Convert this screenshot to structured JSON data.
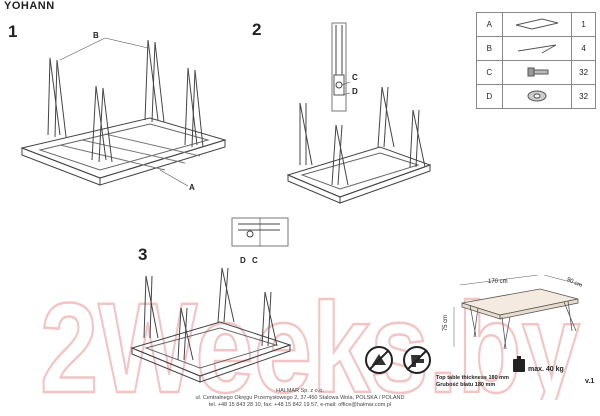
{
  "document": {
    "title": "YOHANN",
    "version": "v.1"
  },
  "steps": [
    "1",
    "2",
    "3"
  ],
  "labels": {
    "step1_b": "B",
    "step1_a": "A",
    "step2_c": "C",
    "step2_d": "D",
    "step3_d": "D",
    "step3_c": "C"
  },
  "parts_table": [
    {
      "letter": "A",
      "icon": "tabletop-icon",
      "qty": "1"
    },
    {
      "letter": "B",
      "icon": "leg-icon",
      "qty": "4"
    },
    {
      "letter": "C",
      "icon": "bolt-icon",
      "qty": "32"
    },
    {
      "letter": "D",
      "icon": "washer-icon",
      "qty": "32"
    }
  ],
  "dimensions": {
    "length": "170 cm",
    "depth": "90 cm",
    "height": "75 cm",
    "thickness_en": "Top table thickness 180 mm",
    "thickness_pl": "Grubość blatu 180 mm",
    "max_load": "max. 40 kg"
  },
  "footer": {
    "company": "HALMAR Sp. z o.o.",
    "address": "ul. Centralnego Okręgu Przemysłowego 2, 37-450 Stalowa Wola, POLSKA / POLAND",
    "contact": "tel. +48 15 843 28 10, fax: +48 15 842 19 57, e-mail: office@halmar.com.pl"
  },
  "watermark": "2Weeks.by"
}
